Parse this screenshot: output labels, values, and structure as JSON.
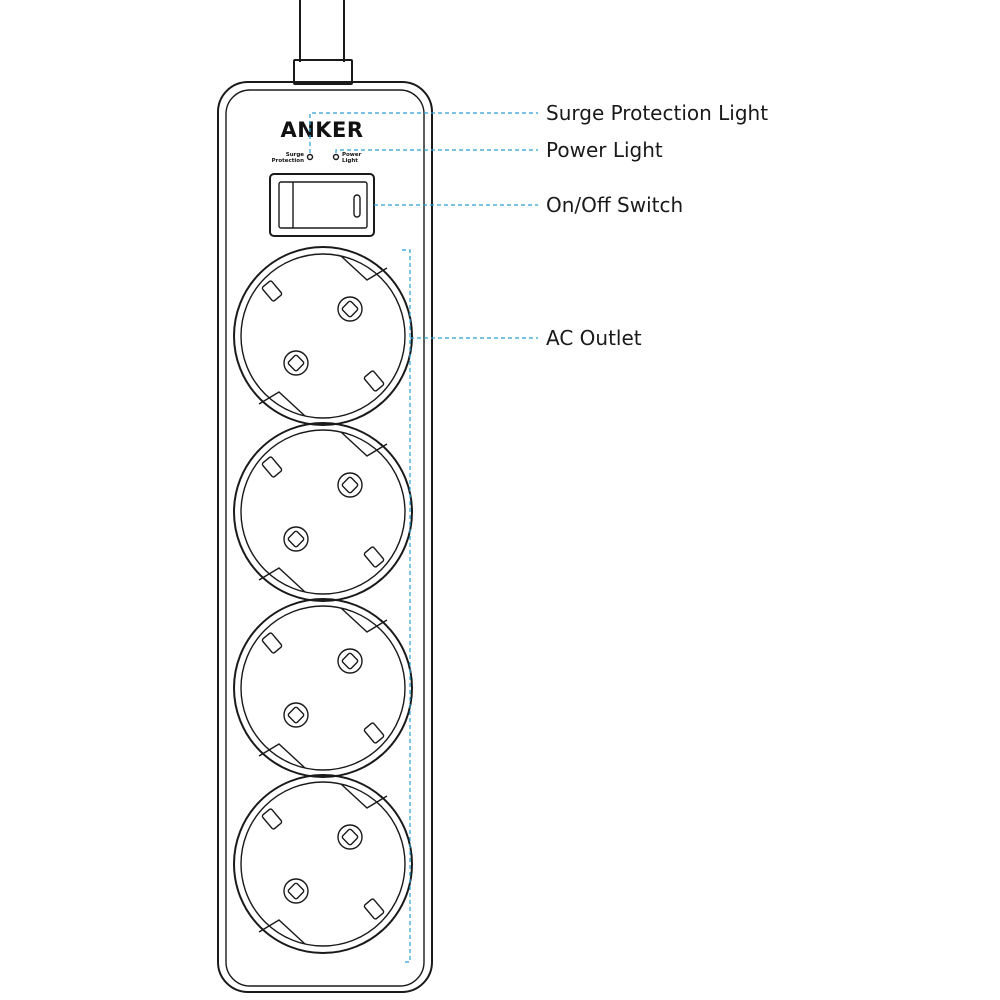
{
  "brand": "ANKER",
  "indicators": {
    "surge_line1": "Surge",
    "surge_line2": "Protection",
    "power_line1": "Power",
    "power_line2": "Light"
  },
  "callouts": {
    "surge": "Surge Protection Light",
    "power": "Power Light",
    "switch": "On/Off Switch",
    "outlet": "AC Outlet"
  },
  "outlet_count": 4,
  "colors": {
    "outline": "#1a1a1a",
    "leader": "#2a9fd6"
  }
}
